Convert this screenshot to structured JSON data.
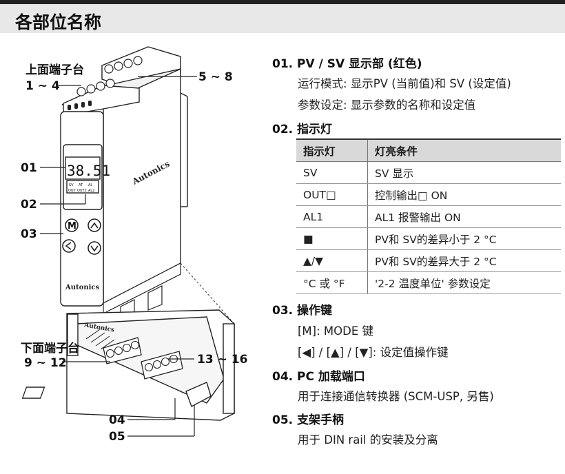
{
  "page": {
    "title": "各部位名称"
  },
  "figure": {
    "labels": {
      "top_terminal": "上面端子台",
      "top_range_a": "1 ~ 4",
      "top_range_b": "5 ~ 8",
      "p01": "01",
      "p02": "02",
      "p03": "03",
      "p04": "04",
      "p05": "05",
      "bottom_terminal": "下面端子台",
      "bottom_range_a": "9 ~ 12",
      "bottom_range_b": "13 ~ 16"
    },
    "display_value": "38.51",
    "brand": "Autonics",
    "mode_key": "M",
    "indicator_labels": [
      "SV",
      "AT",
      "AL"
    ],
    "indicator_labels2": [
      "OUT",
      "OUT2",
      "AL2"
    ]
  },
  "sections": {
    "s01": {
      "title": "01. PV / SV 显示部 (红色)",
      "lines": [
        "运行模式: 显示PV (当前值)和 SV (设定值)",
        "参数设定: 显示参数的名称和设定值"
      ]
    },
    "s02": {
      "title": "02. 指示灯",
      "table": {
        "headers": [
          "指示灯",
          "灯亮条件"
        ],
        "rows": [
          [
            "SV",
            "SV 显示"
          ],
          [
            "OUT□",
            "控制输出□ ON"
          ],
          [
            "AL1",
            "AL1 报警输出 ON"
          ],
          [
            "■",
            "PV和 SV的差异小于 2 °C"
          ],
          [
            "▲/▼",
            "PV和 SV的差异大于 2 °C"
          ],
          [
            "°C 或 °F",
            "'2-2 温度单位' 参数设定"
          ]
        ]
      }
    },
    "s03": {
      "title": "03. 操作键",
      "lines": [
        "[M]: MODE 键",
        "[◀] / [▲] / [▼]: 设定值操作键"
      ]
    },
    "s04": {
      "title": "04. PC 加载端口",
      "lines": [
        "用于连接通信转换器 (SCM-USP, 另售)"
      ]
    },
    "s05": {
      "title": "05. 支架手柄",
      "lines": [
        "用于 DIN rail 的安装及分离"
      ]
    }
  }
}
